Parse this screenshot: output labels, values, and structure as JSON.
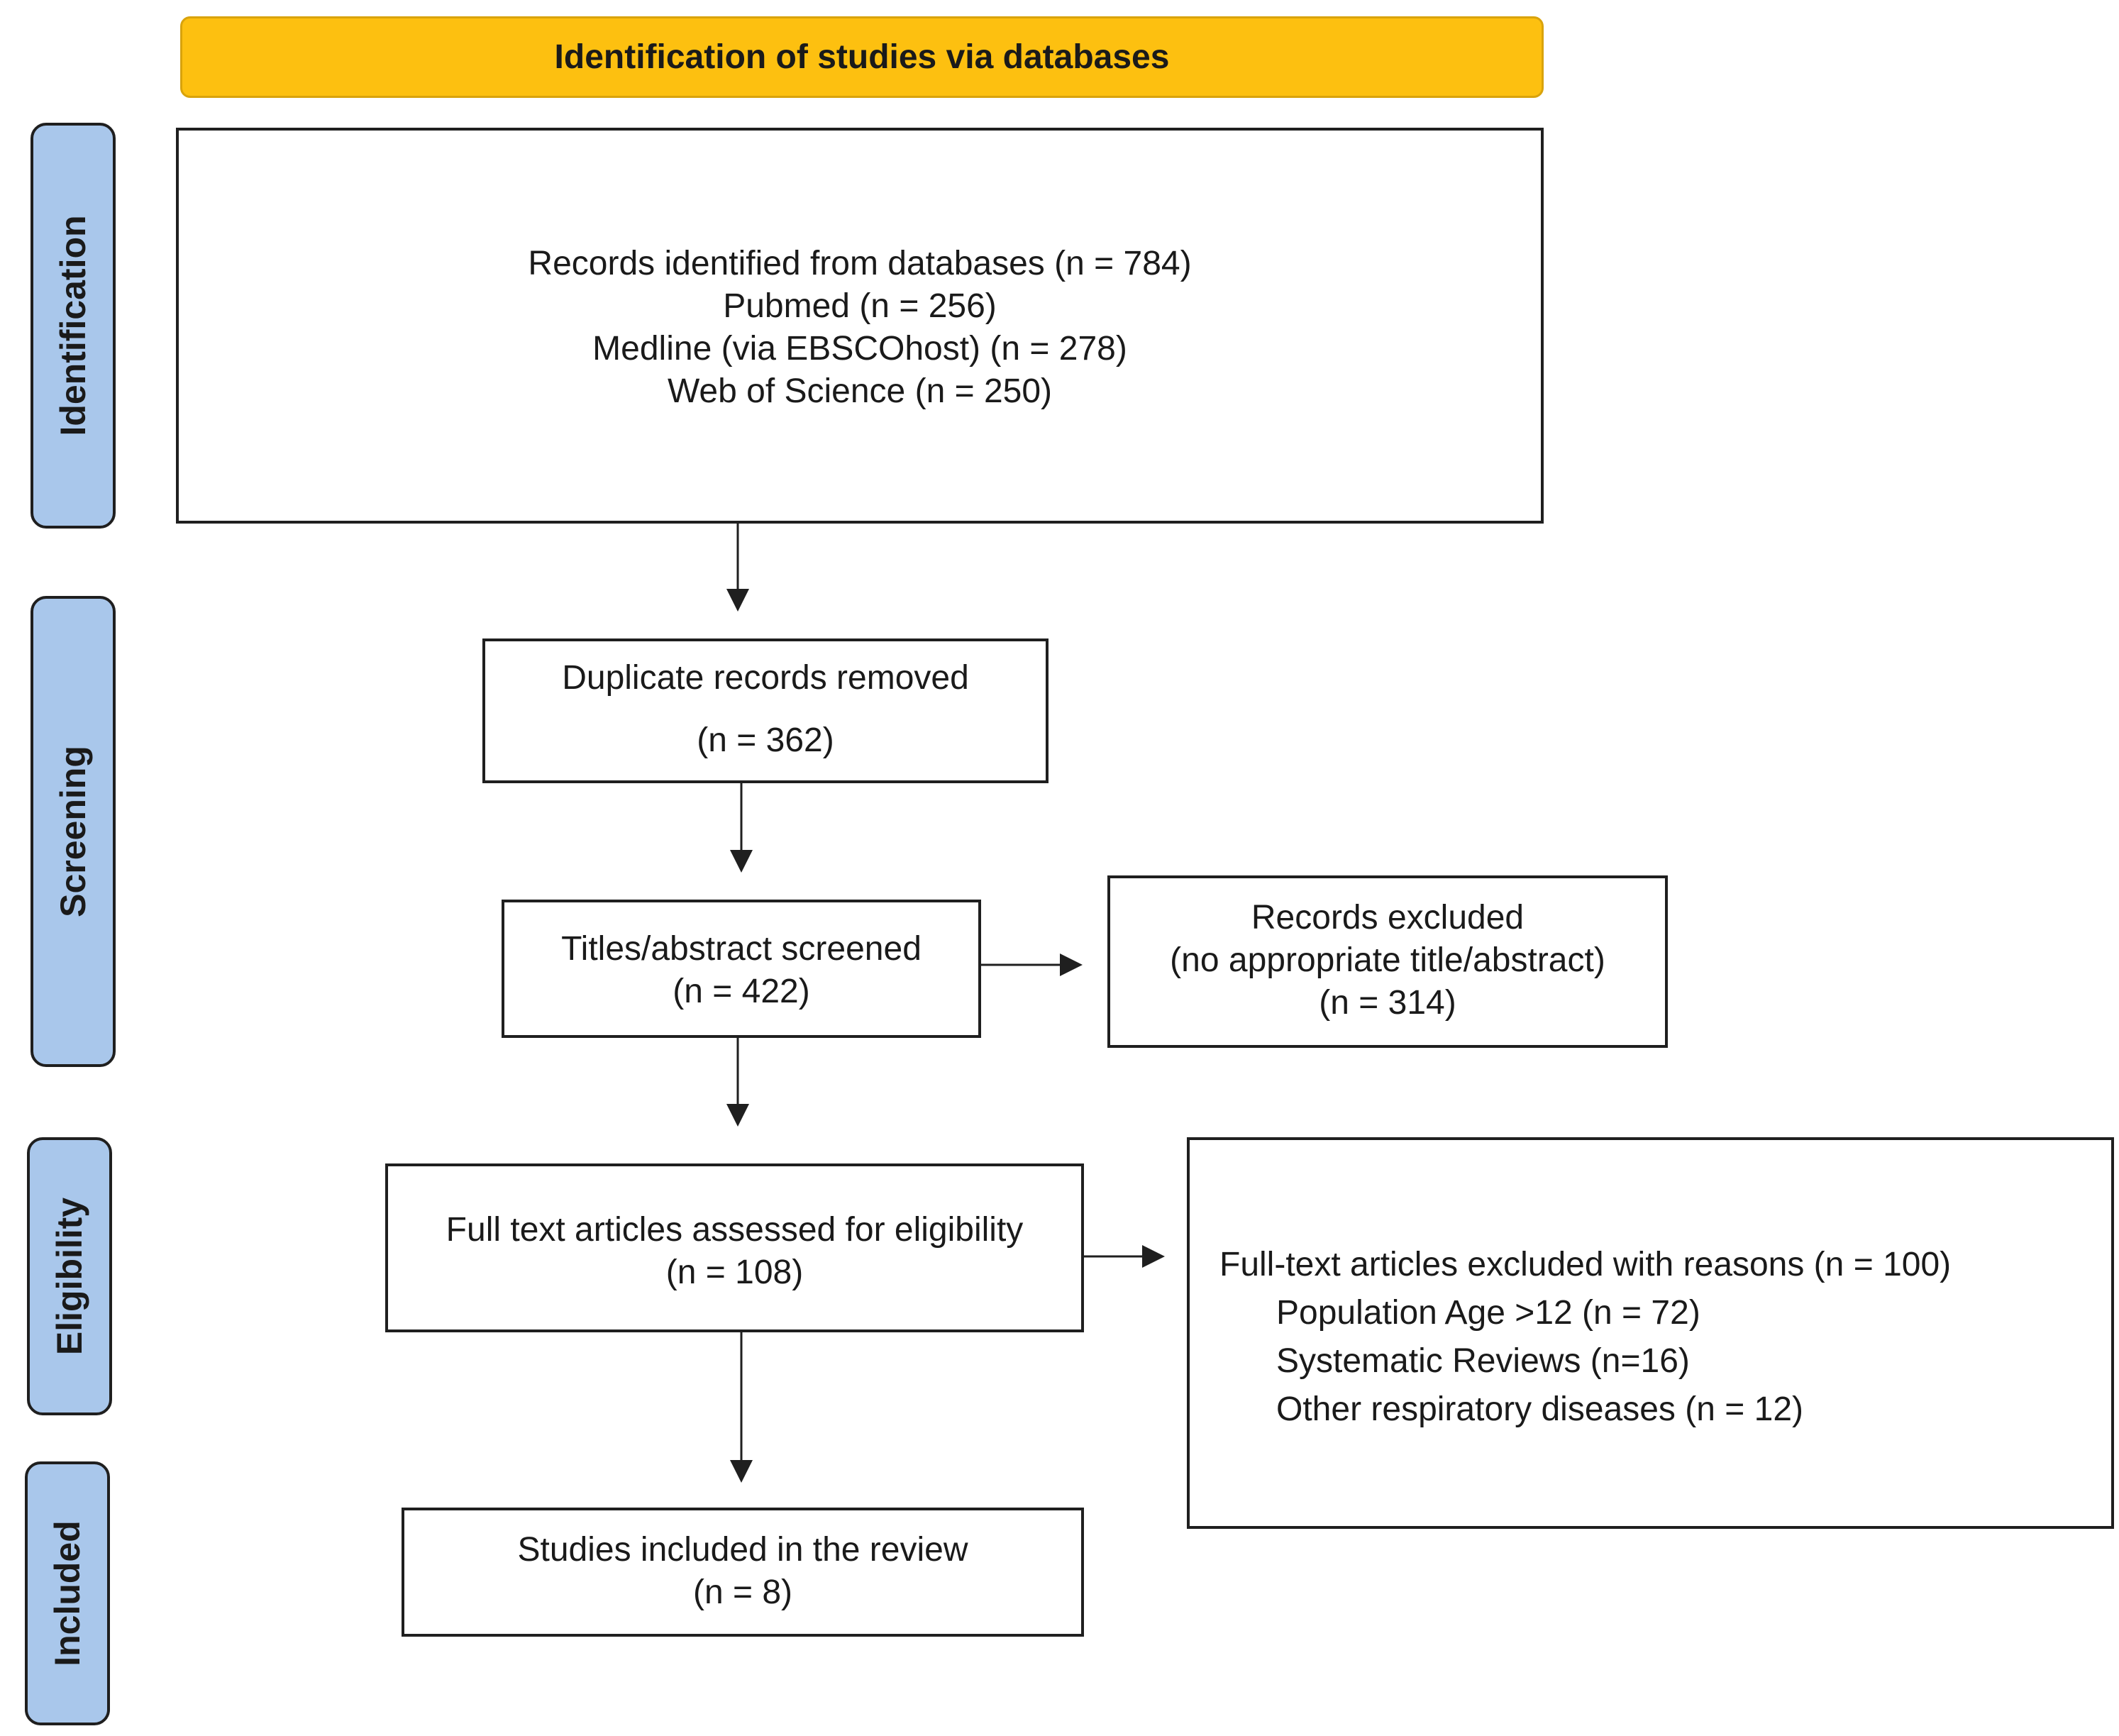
{
  "header": {
    "title": "Identification of studies via databases"
  },
  "stages": {
    "identification": "Identification",
    "screening": "Screening",
    "eligibility": "Eligibility",
    "included": "Included"
  },
  "boxes": {
    "records_identified": {
      "lines": [
        "Records identified from databases (n = 784)",
        "Pubmed (n = 256)",
        "Medline (via EBSCOhost) (n = 278)",
        "Web of Science (n = 250)"
      ]
    },
    "duplicates_removed": {
      "title": "Duplicate records removed",
      "count": "(n = 362)"
    },
    "titles_screened": {
      "title": "Titles/abstract screened",
      "count": "(n = 422)"
    },
    "records_excluded": {
      "title": "Records excluded",
      "reason": "(no appropriate title/abstract)",
      "count": "(n = 314)"
    },
    "full_text_assessed": {
      "title": "Full text articles assessed for eligibility",
      "count": "(n = 108)"
    },
    "full_text_excluded": {
      "title": "Full-text articles excluded with reasons (n = 100)",
      "reasons": [
        "Population Age >12 (n = 72)",
        "Systematic Reviews (n=16)",
        "Other respiratory diseases (n = 12)"
      ]
    },
    "studies_included": {
      "title": "Studies included in the review",
      "count": "(n = 8)"
    }
  },
  "colors": {
    "banner_fill": "#FDC010",
    "stage_fill": "#A9C7EB",
    "border": "#1f1f1f"
  }
}
